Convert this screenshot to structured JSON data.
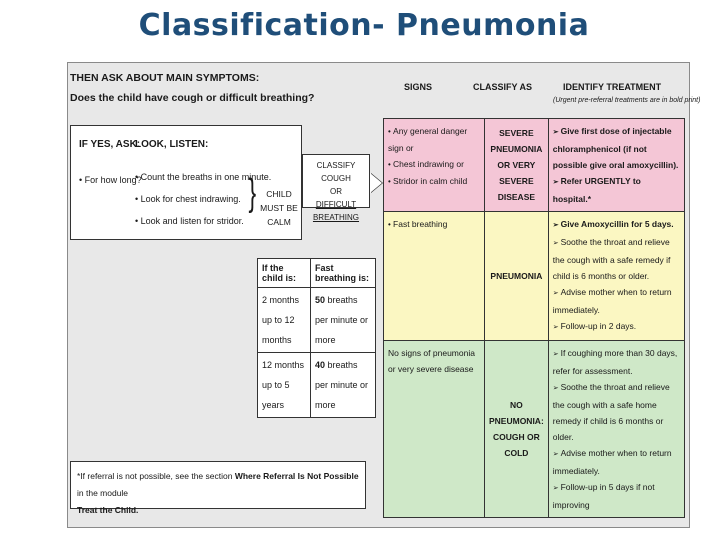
{
  "title": "Classification- Pneumonia",
  "header": {
    "line1": "THEN ASK ABOUT MAIN SYMPTOMS:",
    "line2": "Does the child have cough or difficult breathing?"
  },
  "ask": {
    "if_yes": "IF YES, ASK:",
    "look_listen": "LOOK, LISTEN:",
    "question": "For how long?",
    "items": [
      "Count the breaths in one minute.",
      "Look for chest indrawing.",
      "Look and listen for stridor."
    ],
    "must_calm": "CHILD MUST BE CALM"
  },
  "classify_box": {
    "line1": "CLASSIFY COUGH",
    "line2": "OR",
    "line3": "DIFFICULT BREATHING"
  },
  "fast_breathing": {
    "col1": "If the child is:",
    "col2": "Fast breathing is:",
    "rows": [
      {
        "age": "2 months up to 12 months",
        "rate": "50",
        "unit": "breaths per minute or more"
      },
      {
        "age": "12 months up to 5 years",
        "rate": "40",
        "unit": "breaths per minute or more"
      }
    ]
  },
  "columns": {
    "signs": "SIGNS",
    "classify_as": "CLASSIFY AS",
    "identify_treatment": "IDENTIFY TREATMENT",
    "treatment_note": "(Urgent pre-referral treatments are in bold print)"
  },
  "rows": [
    {
      "signs": [
        "Any general danger sign or",
        "Chest indrawing or",
        "Stridor in calm child"
      ],
      "classification": "SEVERE PNEUMONIA OR VERY SEVERE DISEASE",
      "treatments": [
        {
          "text": "Give first dose of injectable chloramphenicol (if not possible give oral amoxycillin).",
          "bold": true
        },
        {
          "text": "Refer URGENTLY to hospital.*",
          "bold": true
        }
      ]
    },
    {
      "signs": [
        "Fast breathing"
      ],
      "classification": "PNEUMONIA",
      "treatments": [
        {
          "text": "Give Amoxycillin for 5 days.",
          "bold": true
        },
        {
          "text": "Soothe the throat and relieve the cough with a safe remedy if child is 6 months or older.",
          "bold": false
        },
        {
          "text": "Advise mother when to return immediately.",
          "bold": false
        },
        {
          "text": "Follow-up in 2 days.",
          "bold": false
        }
      ]
    },
    {
      "signs_text": "No signs of pneumonia or very severe disease",
      "classification": "NO PNEUMONIA: COUGH OR COLD",
      "treatments": [
        {
          "text": "If coughing more than 30 days, refer for assessment.",
          "bold": false
        },
        {
          "text": "Soothe the throat and relieve the cough with a safe home remedy if child is 6 months or older.",
          "bold": false
        },
        {
          "text": "Advise mother when to return immediately.",
          "bold": false
        },
        {
          "text": "Follow-up in 5 days if not improving",
          "bold": false
        }
      ]
    }
  ],
  "footnote": {
    "text1": "*If referral is not possible, see the section ",
    "bold1": "Where Referral Is Not Possible",
    "text2": " in the module ",
    "bold2": "Treat the Child."
  }
}
